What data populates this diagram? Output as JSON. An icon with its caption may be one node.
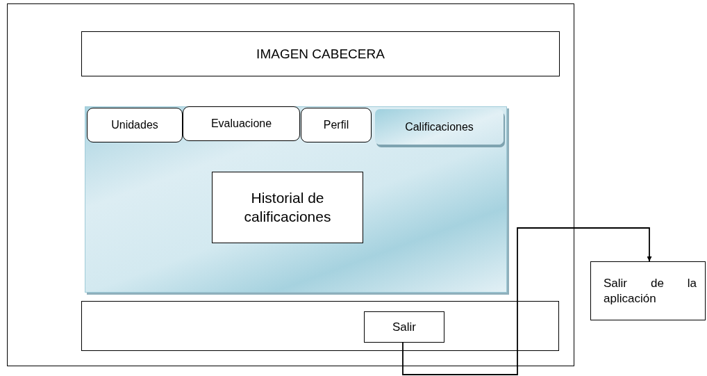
{
  "diagram": {
    "nodes": [
      {
        "text": [],
        "shape": "box"
      },
      {
        "text": [
          "IMAGEN CABECERA"
        ],
        "in": 0
      },
      {
        "text": [],
        "shape": "box",
        "in": 0
      },
      {
        "text": [
          "Unidades"
        ],
        "in": 2
      },
      {
        "text": [
          "Evaluacione"
        ],
        "in": 2
      },
      {
        "text": [
          "Perfil"
        ],
        "in": 2
      },
      {
        "text": [
          "Calificaciones"
        ],
        "in": 2
      },
      {
        "text": [
          "Historial de calificaciones"
        ],
        "in": 2
      },
      {
        "text": [],
        "shape": "box",
        "in": 0
      },
      {
        "text": [
          "Salir"
        ],
        "in": 8
      },
      {
        "text": [
          "Salir de la aplicación"
        ]
      }
    ],
    "edges": [
      {
        "from": 9,
        "to": 10,
        "arrow": "to"
      }
    ]
  }
}
